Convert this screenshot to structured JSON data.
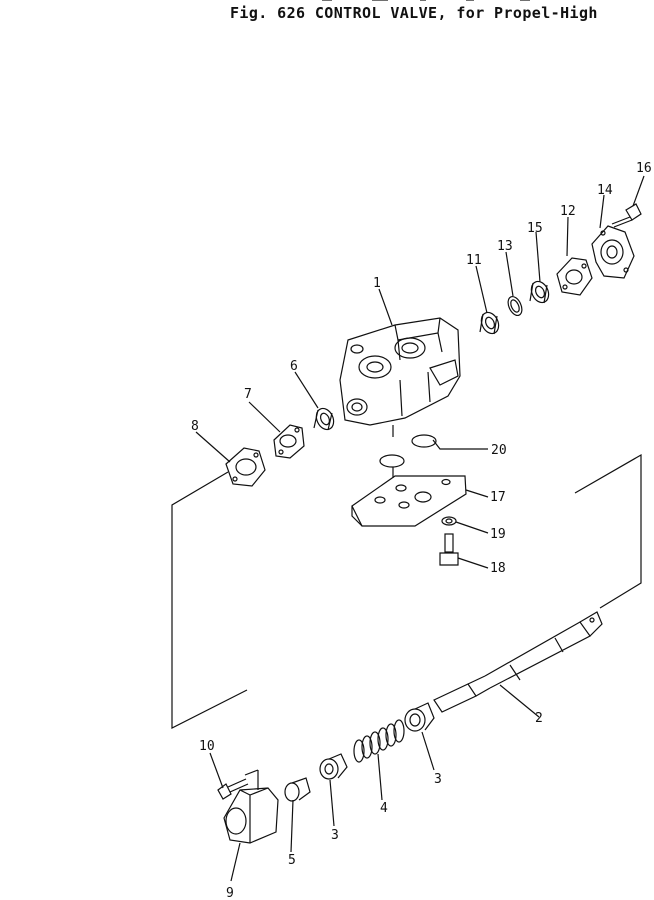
{
  "title": "Fig. 626  CONTROL VALVE, for Propel-High",
  "callouts": [
    "1",
    "2",
    "3",
    "3",
    "4",
    "5",
    "6",
    "7",
    "8",
    "9",
    "10",
    "11",
    "12",
    "13",
    "14",
    "15",
    "16",
    "17",
    "18",
    "19",
    "20"
  ]
}
